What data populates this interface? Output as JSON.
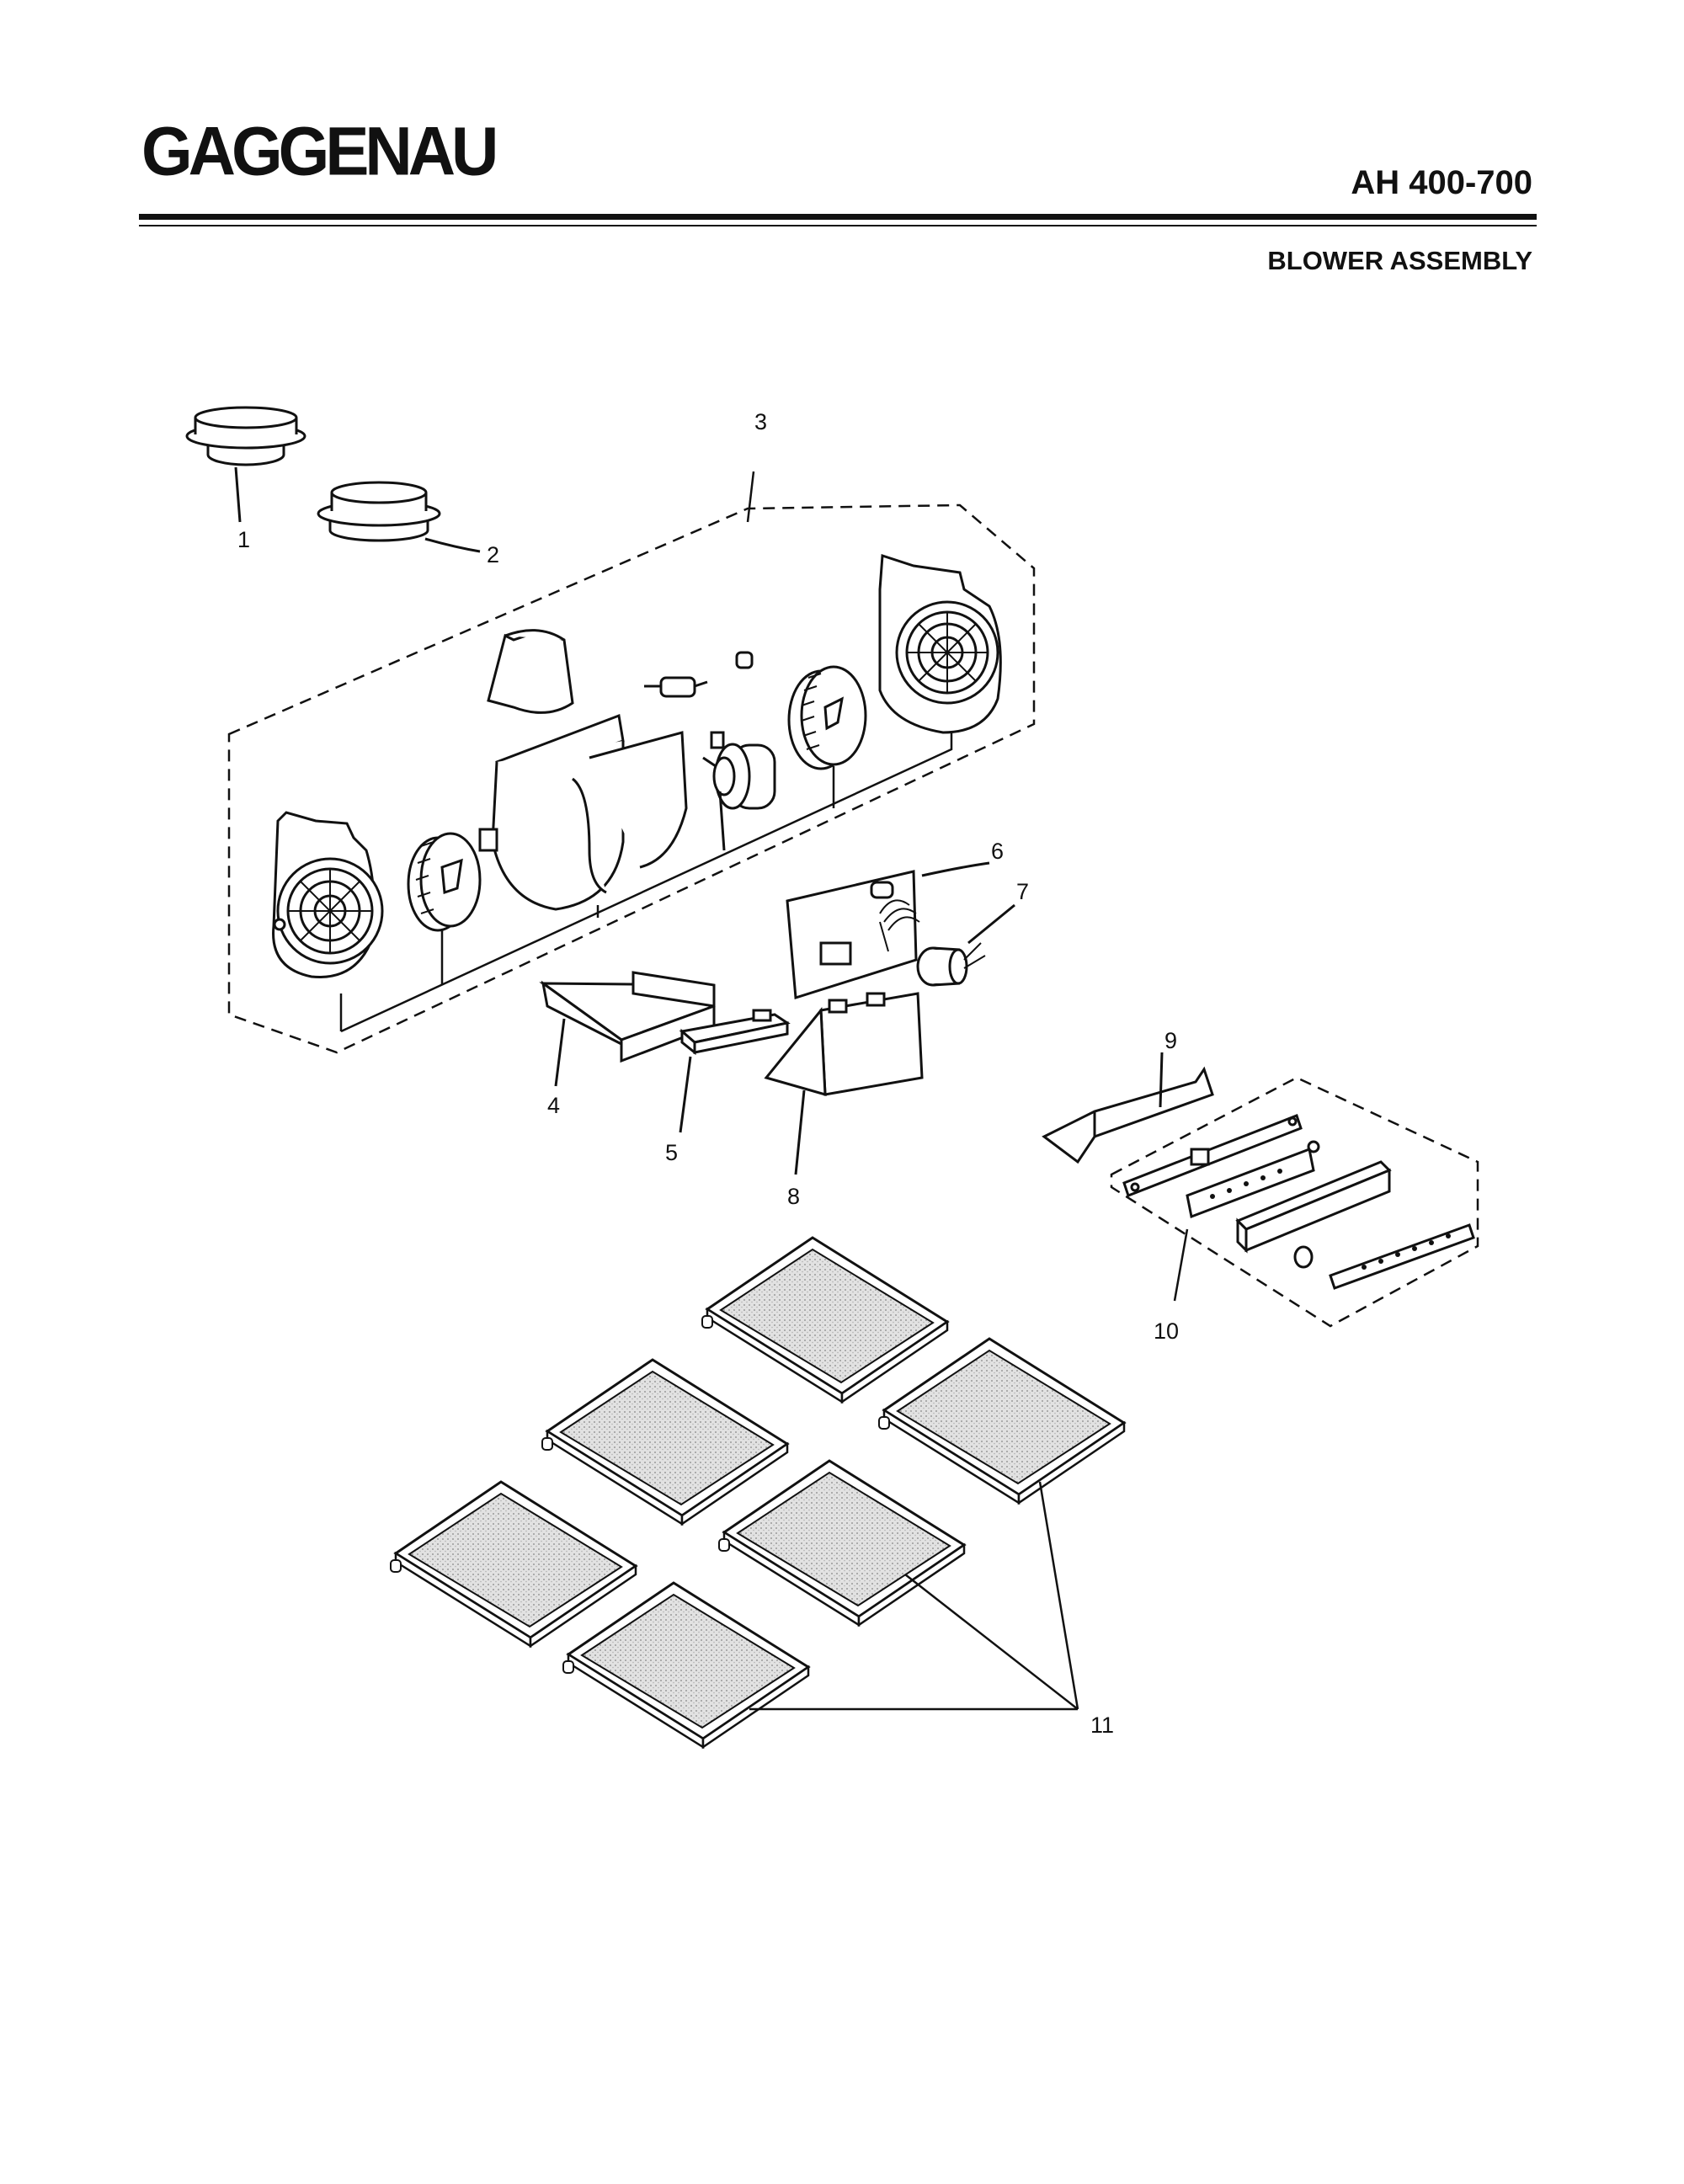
{
  "header": {
    "brand": "GAGGENAU",
    "model": "AH 400-700",
    "section_title": "BLOWER ASSEMBLY"
  },
  "callouts": [
    "1",
    "2",
    "3",
    "4",
    "5",
    "6",
    "7",
    "8",
    "9",
    "10",
    "11"
  ],
  "colors": {
    "ink": "#111111",
    "filter_mesh": "#d6d6d6",
    "paper": "#ffffff"
  }
}
